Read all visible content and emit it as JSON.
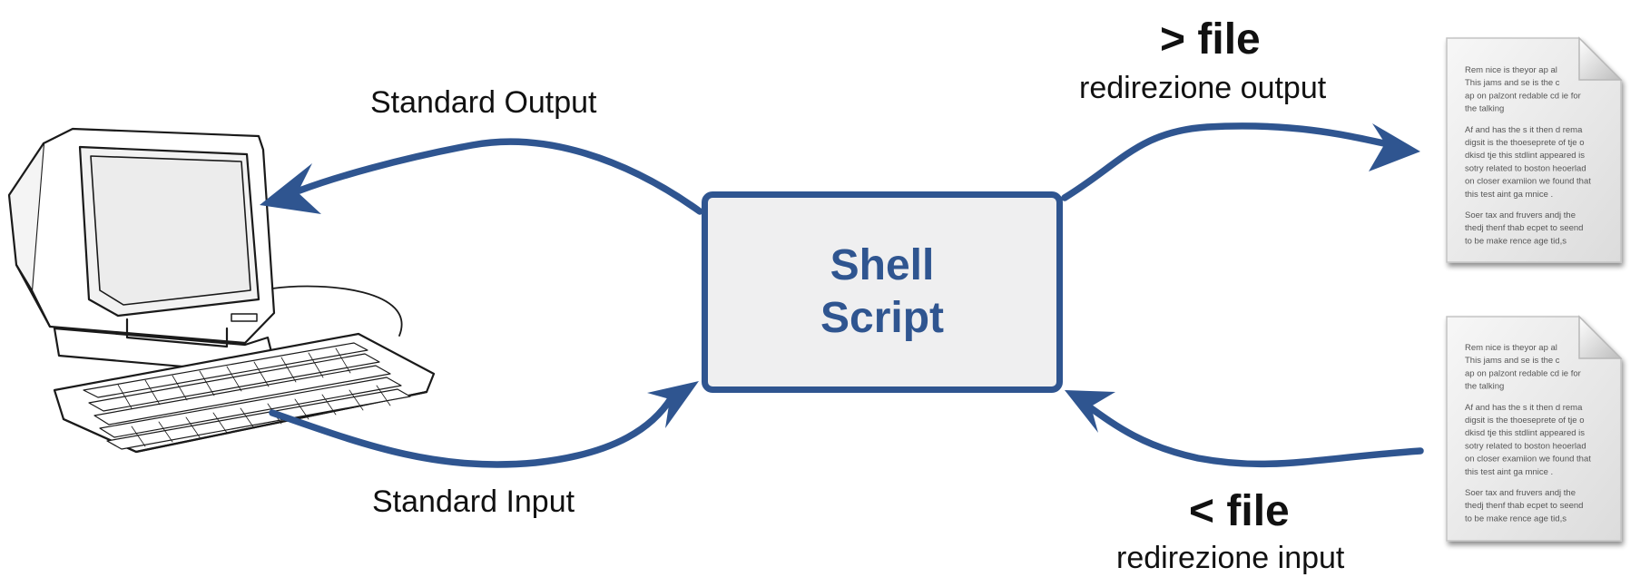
{
  "labels": {
    "standard_output": "Standard Output",
    "standard_input": "Standard Input",
    "output_op": "> file",
    "output_desc": "redirezione output",
    "input_op": "< file",
    "input_desc": "redirezione input"
  },
  "shell_script": {
    "line1": "Shell",
    "line2": "Script"
  },
  "documents": {
    "lines": [
      "Rem nice is theyor ap al",
      "This jams and se is the c",
      "ap on palzont redable cd ie for",
      "the talking",
      "",
      "Af and has the s it then d rema",
      "digsit is the thoeseprete of tje o",
      "dkisd tje this stdlint appeared is",
      "sotry related to boston heoerlad",
      "on closer examiion we found that",
      "this test aint ga mnice .",
      "",
      "Soer tax and fruvers andj the",
      "thedj thenf thab ecpet to seend",
      "to be make rence age tid,s"
    ]
  },
  "colors": {
    "accent": "#2f5590",
    "box_fill": "#efeff0",
    "text": "#111111"
  },
  "icons": [
    "computer-terminal-icon",
    "keyboard-icon",
    "document-icon"
  ]
}
